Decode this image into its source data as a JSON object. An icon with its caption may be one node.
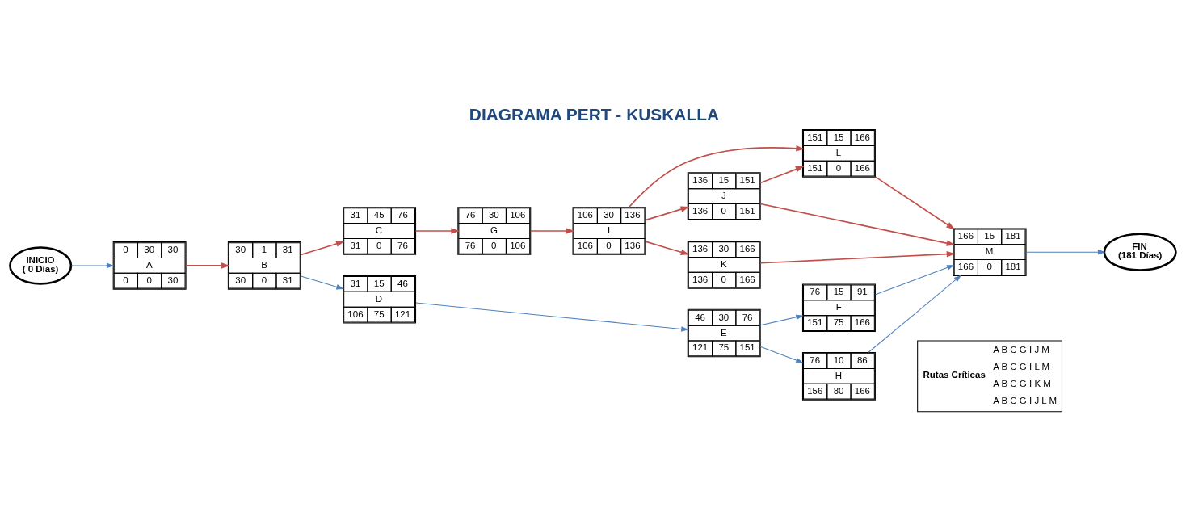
{
  "diagram": {
    "title": "DIAGRAMA PERT - KUSKALLA",
    "nodes": [
      {
        "text": [
          "INICIO",
          "( 0 Días)"
        ]
      },
      {
        "text": [
          "0",
          "30",
          "30",
          "A",
          "0",
          "0",
          "30"
        ]
      },
      {
        "text": [
          "30",
          "1",
          "31",
          "B",
          "30",
          "0",
          "31"
        ]
      },
      {
        "text": [
          "31",
          "45",
          "76",
          "C",
          "31",
          "0",
          "76"
        ]
      },
      {
        "text": [
          "31",
          "15",
          "46",
          "D",
          "106",
          "75",
          "121"
        ]
      },
      {
        "text": [
          "76",
          "30",
          "106",
          "G",
          "76",
          "0",
          "106"
        ]
      },
      {
        "text": [
          "46",
          "30",
          "76",
          "E",
          "121",
          "75",
          "151"
        ]
      },
      {
        "text": [
          "151",
          "15",
          "166",
          "L",
          "151",
          "0",
          "166"
        ]
      },
      {
        "text": [
          "106",
          "30",
          "136",
          "I",
          "106",
          "0",
          "136"
        ]
      },
      {
        "text": [
          "136",
          "15",
          "151",
          "J",
          "136",
          "0",
          "151"
        ]
      },
      {
        "text": [
          "136",
          "30",
          "166",
          "K",
          "136",
          "0",
          "166"
        ]
      },
      {
        "text": [
          "76",
          "15",
          "91",
          "F",
          "151",
          "75",
          "166"
        ]
      },
      {
        "text": [
          "76",
          "10",
          "86",
          "H",
          "156",
          "80",
          "166"
        ]
      },
      {
        "text": [
          "166",
          "15",
          "181",
          "M",
          "166",
          "0",
          "181"
        ]
      },
      {
        "text": [
          "FIN",
          "(181 Días)"
        ]
      }
    ],
    "edges": [
      {
        "from": 0,
        "to": 1,
        "arrow": "to",
        "color": "#4f81bd"
      },
      {
        "from": 1,
        "to": 2,
        "arrow": "to"
      },
      {
        "from": 2,
        "to": 3,
        "arrow": "to"
      },
      {
        "from": 2,
        "to": 4,
        "arrow": "to",
        "color": "#4f81bd"
      },
      {
        "from": 3,
        "to": 5,
        "arrow": "to"
      },
      {
        "from": 5,
        "to": 8,
        "arrow": "to"
      },
      {
        "from": 4,
        "to": 6,
        "arrow": "to",
        "color": "#4f81bd"
      },
      {
        "from": 6,
        "to": 11,
        "arrow": "to",
        "color": "#4f81bd"
      },
      {
        "from": 6,
        "to": 12,
        "arrow": "to",
        "color": "#4f81bd"
      },
      {
        "from": 8,
        "to": 7,
        "arrow": "to"
      },
      {
        "from": 8,
        "to": 9,
        "arrow": "to"
      },
      {
        "from": 8,
        "to": 10,
        "arrow": "to"
      },
      {
        "from": 9,
        "to": 7,
        "arrow": "to"
      },
      {
        "from": 9,
        "to": 13,
        "arrow": "to"
      },
      {
        "from": 10,
        "to": 13,
        "arrow": "to"
      },
      {
        "from": 7,
        "to": 13,
        "arrow": "to"
      },
      {
        "from": 11,
        "to": 13,
        "arrow": "to",
        "color": "#4f81bd"
      },
      {
        "from": 12,
        "to": 13,
        "arrow": "to",
        "color": "#4f81bd"
      },
      {
        "from": 13,
        "to": 14,
        "arrow": "to",
        "color": "#4f81bd"
      }
    ],
    "labels": [
      "Rutas Críticas",
      "A B C G I J M",
      "A B C G I L M",
      "A B C G I K M",
      "A B C G I J L M"
    ]
  }
}
